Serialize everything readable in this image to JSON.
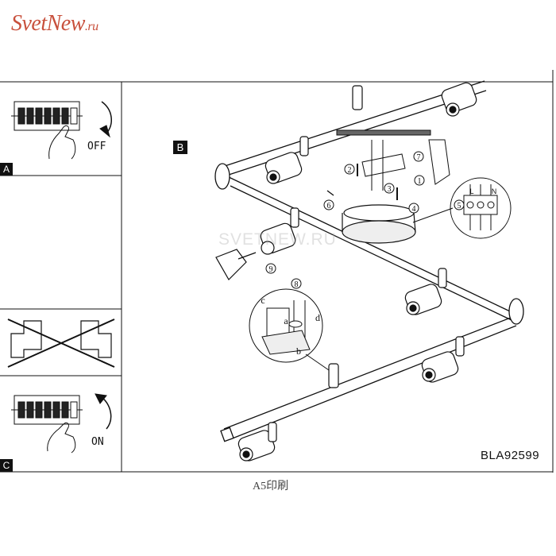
{
  "logo": {
    "brand": "SvetNew",
    "tld": ".ru"
  },
  "panels": {
    "a_label": "A",
    "b_label": "B",
    "c_label": "C"
  },
  "switch_states": {
    "off": "OFF",
    "on": "ON"
  },
  "product_code": "BLA92599",
  "watermark": "SVETNEW.RU",
  "footer_note": "A5印刷",
  "step_labels": {
    "s1": "1",
    "s2": "2",
    "s3": "3",
    "s4": "4",
    "s5": "5",
    "s6": "6",
    "s7": "7",
    "s8": "8",
    "s9": "9"
  },
  "detail_letters": {
    "a": "a",
    "b": "b",
    "c": "c",
    "d": "d"
  },
  "terminal_letters": {
    "l": "L",
    "n": "N"
  }
}
